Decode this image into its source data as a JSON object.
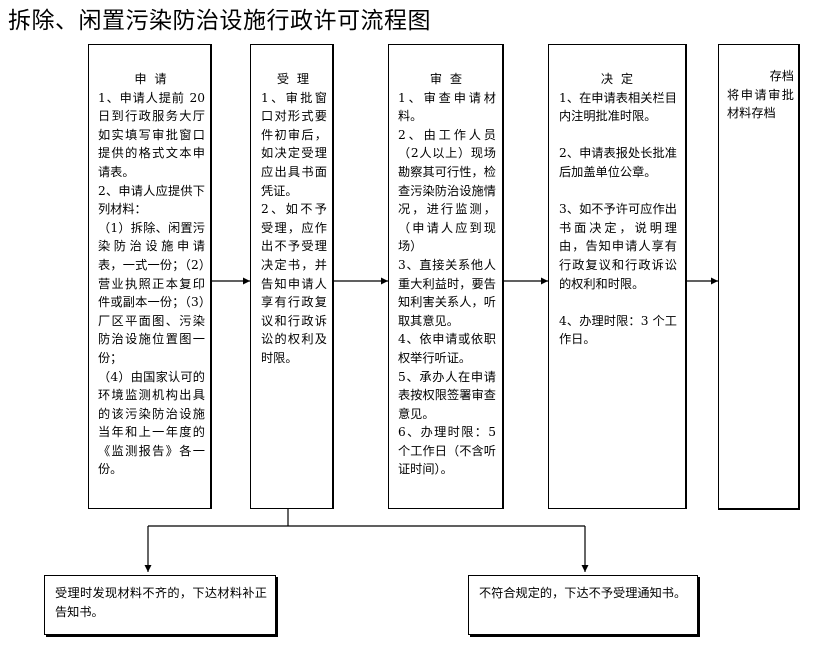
{
  "title": "拆除、闲置污染防治设施行政许可流程图",
  "steps": {
    "apply": {
      "heading": "申 请",
      "body": "1、申请人提前 20 日到行政服务大厅如实填写审批窗口提供的格式文本申请表。\n2、申请人应提供下列材料：\n（1）拆除、闲置污染防治设施申请表，一式一份；（2）营业执照正本复印件或副本一份；（3）厂区平面图、污染防治设施位置图一份；\n（4）由国家认可的环境监测机构出具的该污染防治设施当年和上一年度的《监测报告》各一份。"
    },
    "accept": {
      "heading": "受 理",
      "body": "1、审批窗口对形式要件初审后，如决定受理应出具书面凭证。\n2、如不予受理，应作出不予受理决定书，并告知申请人享有行政复议和行政诉讼的权利及时限。"
    },
    "review": {
      "heading": "审 查",
      "body": "1、审查申请材料。\n2、由工作人员（2人以上）现场勘察其可行性，检查污染防治设施情况，进行监测，（申请人应到现场）\n3、直接关系他人重大利益时，要告知利害关系人，听取其意见。\n4、依申请或依职权举行听证。\n5、承办人在申请表按权限签署审查意见。\n6、办理时限：5个工作日（不含听证时间）。"
    },
    "decide": {
      "heading": "决 定",
      "body": "1、在申请表相关栏目内注明批准时限。\n\n2、申请表报处长批准后加盖单位公章。\n\n3、如不予许可应作出书面决定，说明理由，告知申请人享有行政复议和行政诉讼的权利和时限。\n\n4、办理时限：3 个工作日。"
    },
    "archive": {
      "heading": "存档",
      "body": "将申请审批材料存档"
    }
  },
  "notes": {
    "incomplete": "受理时发现材料不齐的，下达材料补正告知书。",
    "reject": "不符合规定的，下达不予受理通知书。"
  }
}
